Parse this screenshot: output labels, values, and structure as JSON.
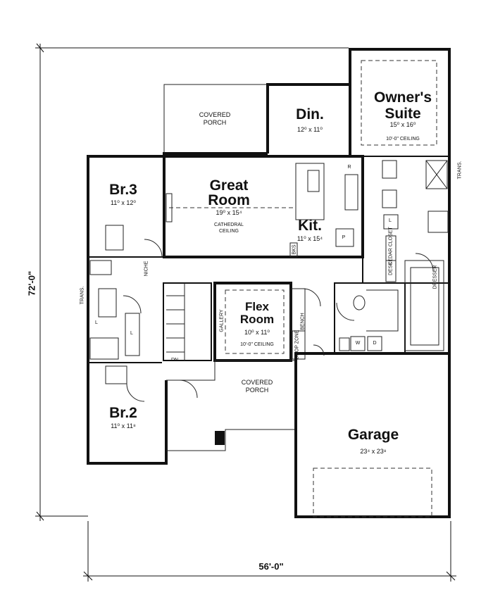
{
  "rooms": {
    "owners_suite": {
      "name_line1": "Owner's",
      "name_line2": "Suite",
      "size": "15⁰ x 16⁰",
      "ceiling": "10'-0\" CEILING"
    },
    "dining": {
      "name": "Din.",
      "size": "12⁰ x 11⁰"
    },
    "covered_porch_rear": {
      "line1": "COVERED",
      "line2": "PORCH"
    },
    "great_room": {
      "name_line1": "Great",
      "name_line2": "Room",
      "size": "19⁰ x 15⁴",
      "ceiling_line1": "CATHEDRAL",
      "ceiling_line2": "CEILING"
    },
    "kitchen": {
      "name": "Kit.",
      "size": "11⁰ x 15⁴"
    },
    "br3": {
      "name": "Br.3",
      "size": "11⁰ x 12⁰"
    },
    "br2": {
      "name": "Br.2",
      "size": "11⁰ x 11⁸"
    },
    "flex_room": {
      "name_line1": "Flex",
      "name_line2": "Room",
      "size": "10⁰ x 11⁰",
      "ceiling": "10'-0\" CEILING"
    },
    "covered_porch_front": {
      "line1": "COVERED",
      "line2": "PORCH"
    },
    "garage": {
      "name": "Garage",
      "size": "23⁴ x 23⁸"
    }
  },
  "small_labels": {
    "trans_left": "TRANS.",
    "trans_right": "TRANS.",
    "niche": "NICHE",
    "gallery": "GALLERY",
    "bench": "BENCH",
    "drop_zone": "DROP ZONE",
    "dn": "DN",
    "desk": "DESK",
    "dresser": "DRESSER",
    "cedar_closet": "CEDAR CLOSET",
    "bks": "BKS",
    "p": "P",
    "r": "R",
    "l1": "L",
    "l2": "L",
    "l3": "L",
    "w": "W",
    "d": "D"
  },
  "dimensions": {
    "depth": "72'-0\"",
    "width": "56'-0\""
  }
}
